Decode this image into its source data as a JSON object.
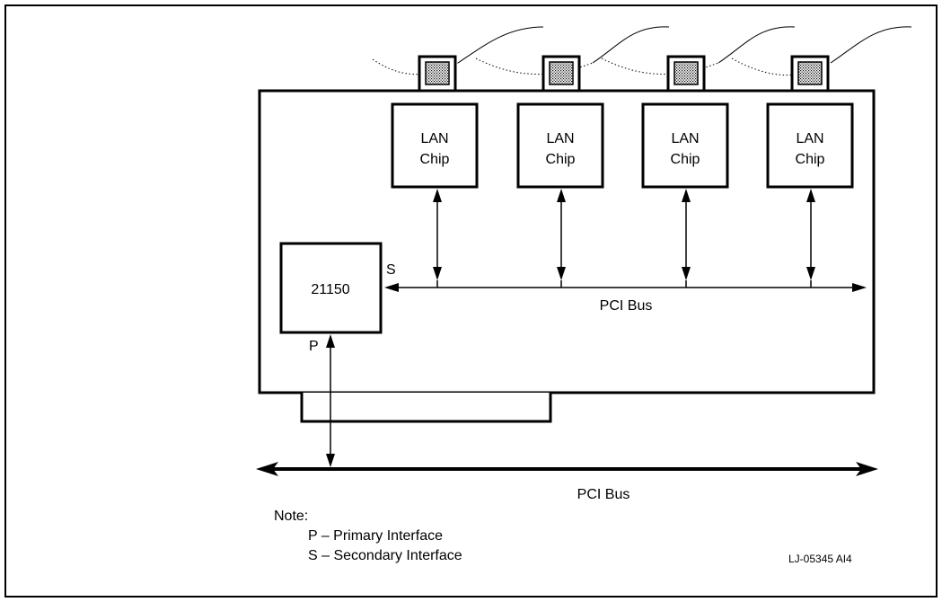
{
  "diagram": {
    "lan_chips": [
      {
        "label_line1": "LAN",
        "label_line2": "Chip"
      },
      {
        "label_line1": "LAN",
        "label_line2": "Chip"
      },
      {
        "label_line1": "LAN",
        "label_line2": "Chip"
      },
      {
        "label_line1": "LAN",
        "label_line2": "Chip"
      }
    ],
    "bridge_label": "21150",
    "secondary_port_label": "S",
    "primary_port_label": "P",
    "secondary_bus_label": "PCI Bus",
    "primary_bus_label": "PCI Bus",
    "note": {
      "heading": "Note:",
      "items": [
        "P – Primary Interface",
        "S – Secondary Interface"
      ]
    },
    "figure_id": "LJ-05345 AI4"
  }
}
